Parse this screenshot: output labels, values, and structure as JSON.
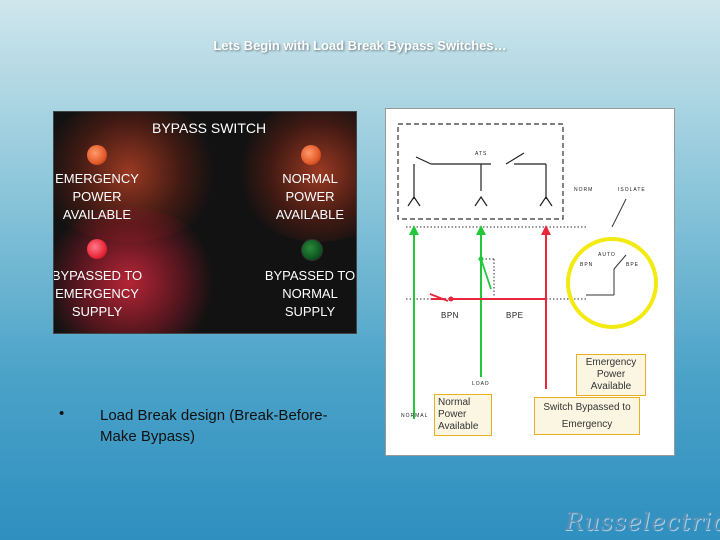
{
  "slide": {
    "title": "Lets Begin with Load Break Bypass Switches…",
    "bullet_marker": "•",
    "bullet_text": "Load Break design (Break-Before-Make Bypass)",
    "logo_text": "Russelectric"
  },
  "panel": {
    "title": "BYPASS SWITCH",
    "lamps": [
      {
        "label_lines": [
          "EMERGENCY",
          "POWER",
          "AVAILABLE"
        ],
        "color": "#e25a2a",
        "lit": true
      },
      {
        "label_lines": [
          "NORMAL",
          "POWER",
          "AVAILABLE"
        ],
        "color": "#e25a2a",
        "lit": true
      },
      {
        "label_lines": [
          "BYPASSED TO",
          "EMERGENCY",
          "SUPPLY"
        ],
        "color": "#e8283a",
        "lit": true
      },
      {
        "label_lines": [
          "BYPASSED TO",
          "NORMAL",
          "SUPPLY"
        ],
        "color": "#0f5a22",
        "lit": false
      }
    ]
  },
  "diagram": {
    "labels": {
      "ats": "ATS",
      "norm": "NORM",
      "isolate": "ISOLATE",
      "auto": "AUTO",
      "bpn_small": "BPN",
      "bpe_small": "BPE",
      "bpn": "BPN",
      "bpe": "BPE",
      "load": "LOAD",
      "normal": "NORMAL"
    },
    "callouts": {
      "emergency_available": "Emergency Power Available",
      "normal_available": "Normal Power Available",
      "switch_bypassed": "Switch Bypassed to Emergency"
    },
    "colors": {
      "normal_line": "#22c83a",
      "emergency_line": "#e8283a",
      "selector_ring": "#f2ea10",
      "callout_border": "#e8b020"
    }
  }
}
